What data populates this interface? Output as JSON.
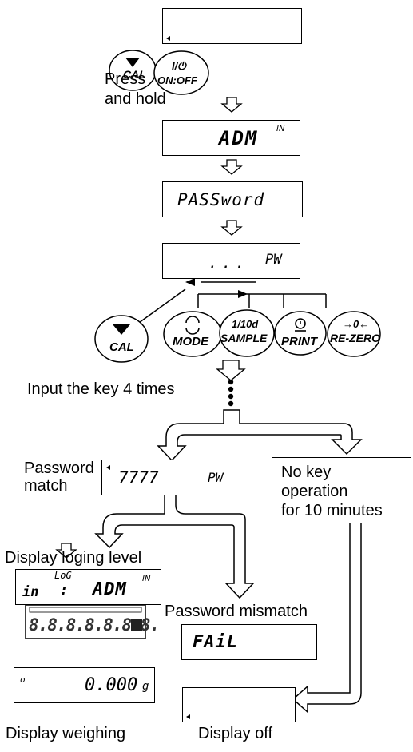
{
  "labels": {
    "press": "Press",
    "and_hold": "and hold",
    "input_times": "Input the key 4 times",
    "password": "Password",
    "match": "match",
    "no_key_1": "No key",
    "no_key_2": "operation",
    "no_key_3": "for 10 minutes",
    "display_logging": "Display loging level",
    "password_mismatch": "Password mismatch",
    "display_weighing": "Display weighing",
    "display_off": "Display off"
  },
  "keys": {
    "cal": "CAL",
    "on_off_top": "I/⏻",
    "on_off": "ON:OFF",
    "mode": "MODE",
    "sample_top": "1/10d",
    "sample": "SAMPLE",
    "print": "PRINT",
    "rezero_top": "→0←",
    "rezero": "RE-ZERO"
  },
  "displays": {
    "adm": "ADM",
    "in_super": "IN",
    "password": "PASSword",
    "pw": "PW",
    "code": "7777",
    "log_top": "LoG",
    "log_in": "in",
    "log_colon": ":",
    "fail": "FAiL",
    "weigh_value": "0.000",
    "weigh_unit": "g"
  }
}
